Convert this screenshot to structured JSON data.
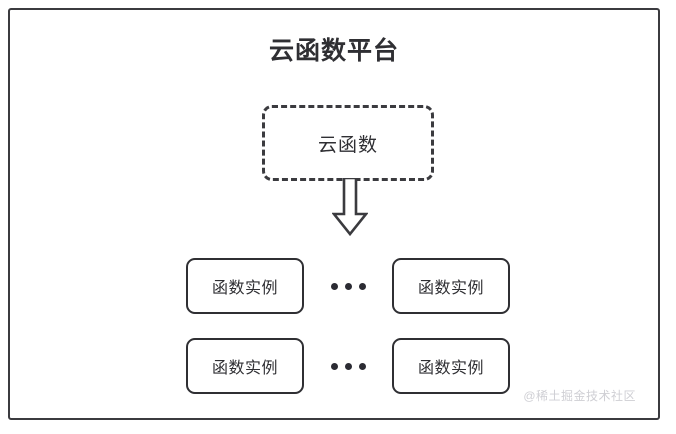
{
  "diagram": {
    "platform": {
      "title": "云函数平台",
      "border_color": "#3b3b3f"
    },
    "function_node": {
      "label": "云函数",
      "style": "dashed-rounded-box",
      "border_color": "#3b3b3f"
    },
    "arrow": {
      "name": "down-block-arrow",
      "direction": "down",
      "color": "#3b3b3f"
    },
    "instance_rows": [
      {
        "left": {
          "label": "函数实例"
        },
        "separator": "•••",
        "right": {
          "label": "函数实例"
        }
      },
      {
        "left": {
          "label": "函数实例"
        },
        "separator": "•••",
        "right": {
          "label": "函数实例"
        }
      }
    ],
    "watermark": {
      "text": "@稀土掘金技术社区",
      "color": "#cfcfd4"
    }
  }
}
